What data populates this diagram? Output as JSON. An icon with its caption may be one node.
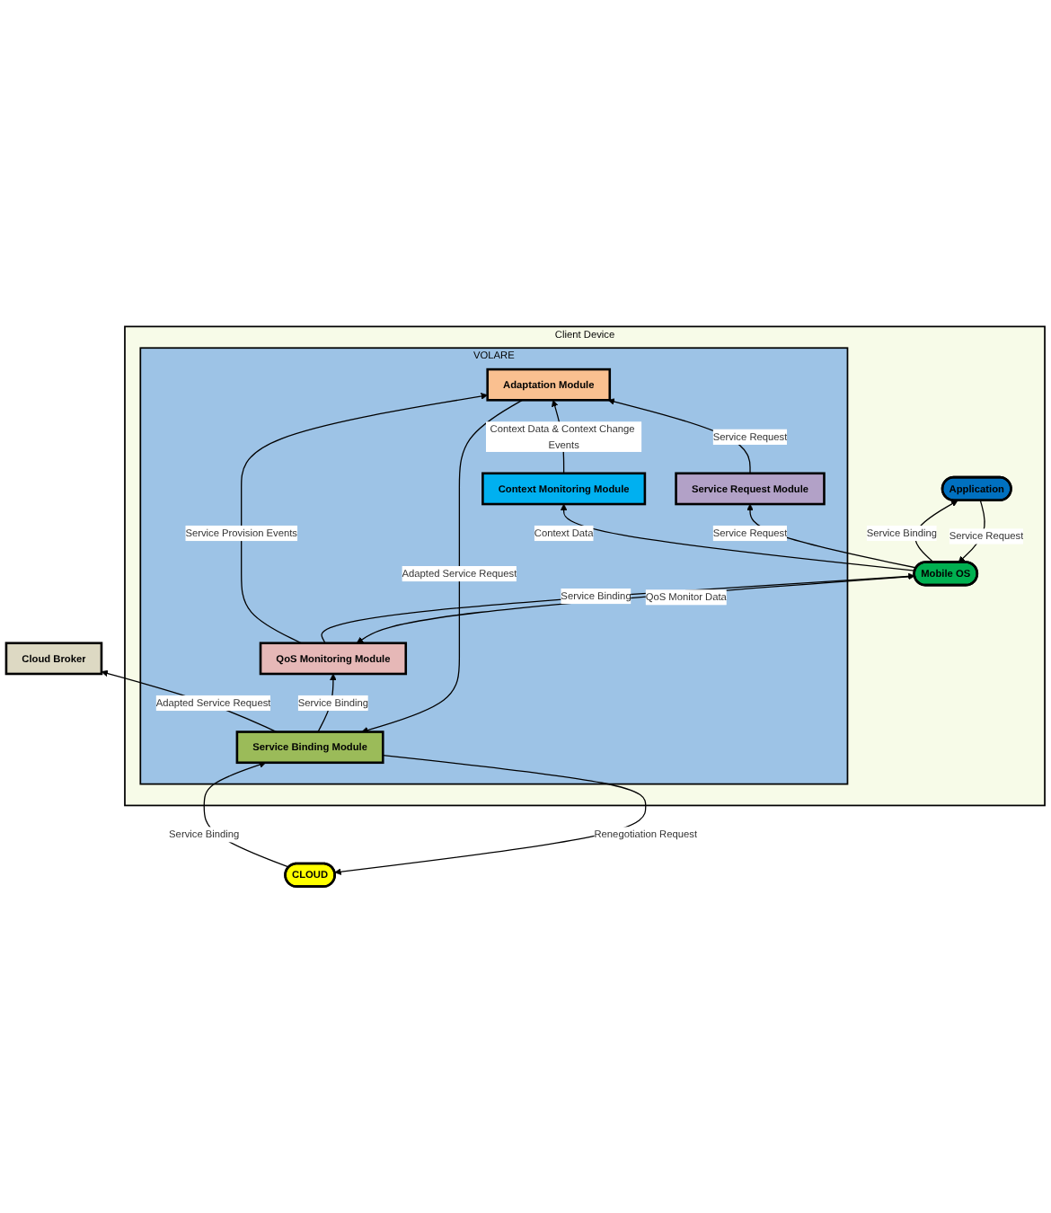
{
  "diagram": {
    "nodes": [
      {
        "text": [
          "CLOUD"
        ]
      },
      {
        "text": [
          "Cloud Broker"
        ]
      },
      {
        "text": [
          "Client Device"
        ]
      },
      {
        "text": [
          "VOLARE"
        ],
        "in": 2
      },
      {
        "text": [
          "Service Binding Module"
        ],
        "in": 3
      },
      {
        "text": [
          "QoS Monitoring Module"
        ],
        "in": 3
      },
      {
        "text": [
          "Adaptation Module"
        ],
        "in": 3
      },
      {
        "text": [
          "Context Monitoring Module"
        ],
        "in": 3
      },
      {
        "text": [
          "Service Request Module"
        ],
        "in": 3
      },
      {
        "text": [
          "Mobile OS"
        ],
        "in": 2
      },
      {
        "text": [
          "Application"
        ],
        "in": 2
      }
    ],
    "edges": [
      {
        "from": 0,
        "to": 4,
        "arrow": "to",
        "label": "Service Binding"
      },
      {
        "from": 4,
        "to": 0,
        "arrow": "to",
        "label": "Renegotiation Request"
      },
      {
        "from": 4,
        "to": 1,
        "arrow": "to",
        "label": "Adapted Service Request"
      },
      {
        "from": 4,
        "to": 5,
        "arrow": "to",
        "label": "Service Binding"
      },
      {
        "from": 5,
        "to": 6,
        "arrow": "to",
        "label": "Service Provision Events"
      },
      {
        "from": 6,
        "to": 4,
        "arrow": "to",
        "label": "Adapted Service Request"
      },
      {
        "from": 7,
        "to": 6,
        "arrow": "to",
        "label": "Context Data & Context Change Events"
      },
      {
        "from": 8,
        "to": 6,
        "arrow": "to",
        "label": "Service Request"
      },
      {
        "from": 9,
        "to": 5,
        "arrow": "to",
        "label": "QoS Monitor Data"
      },
      {
        "from": 5,
        "to": 9,
        "arrow": "to",
        "label": "Service Binding"
      },
      {
        "from": 9,
        "to": 7,
        "arrow": "to",
        "label": "Context Data"
      },
      {
        "from": 9,
        "to": 8,
        "arrow": "to",
        "label": "Service Request"
      },
      {
        "from": 9,
        "to": 10,
        "arrow": "to",
        "label": "Service Binding"
      },
      {
        "from": 10,
        "to": 9,
        "arrow": "to",
        "label": "Service Request"
      }
    ]
  }
}
